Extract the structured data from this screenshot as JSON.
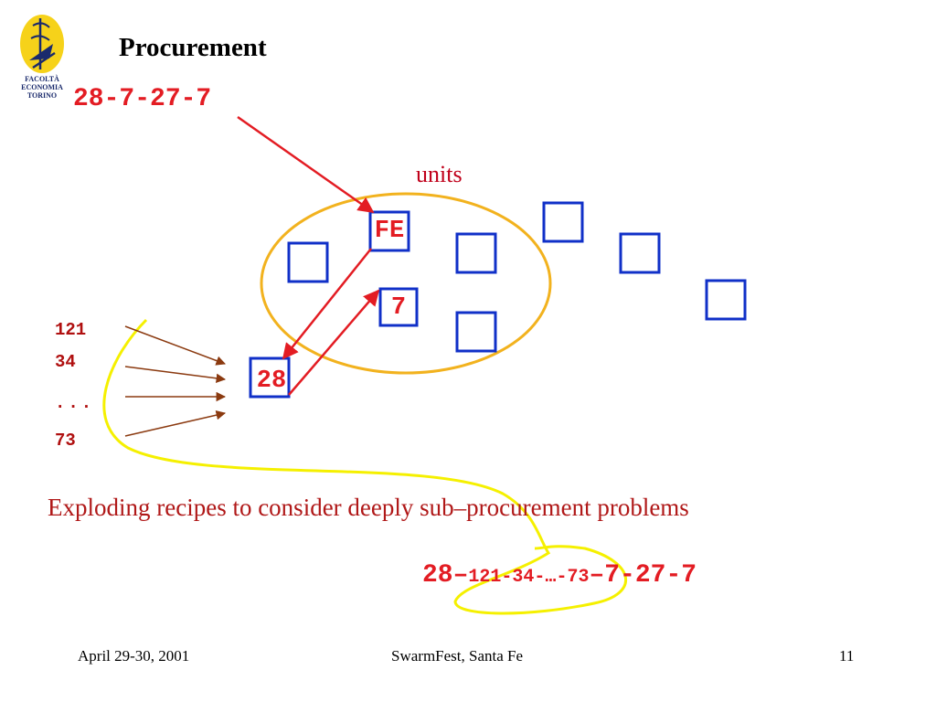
{
  "slide": {
    "title": "Procurement",
    "code_top": "28-7-27-7",
    "units_label": "units",
    "sources": [
      "121",
      "34",
      "...",
      "73"
    ],
    "nodes": {
      "fe": "FE",
      "seven": "7",
      "twenty_eight": "28"
    },
    "caption": "Exploding recipes to consider deeply sub–procurement problems",
    "code_bottom": {
      "prefix": "28–",
      "middle": "121-34-…-73",
      "suffix": "–7-27-7"
    },
    "logo_text": [
      "FACOLTÀ",
      "ECONOMIA",
      "TORINO"
    ]
  },
  "footer": {
    "date": "April 29-30, 2001",
    "event": "SwarmFest, Santa Fe",
    "page": "11"
  },
  "colors": {
    "accent_red": "#e31c23",
    "box_blue": "#1030c8",
    "ellipse_gold": "#f2b21e",
    "highlight_yellow": "#f5f000",
    "arrow_brown": "#8b3a10",
    "logo_yellow": "#f6d21a",
    "logo_navy": "#1a2a6c"
  }
}
